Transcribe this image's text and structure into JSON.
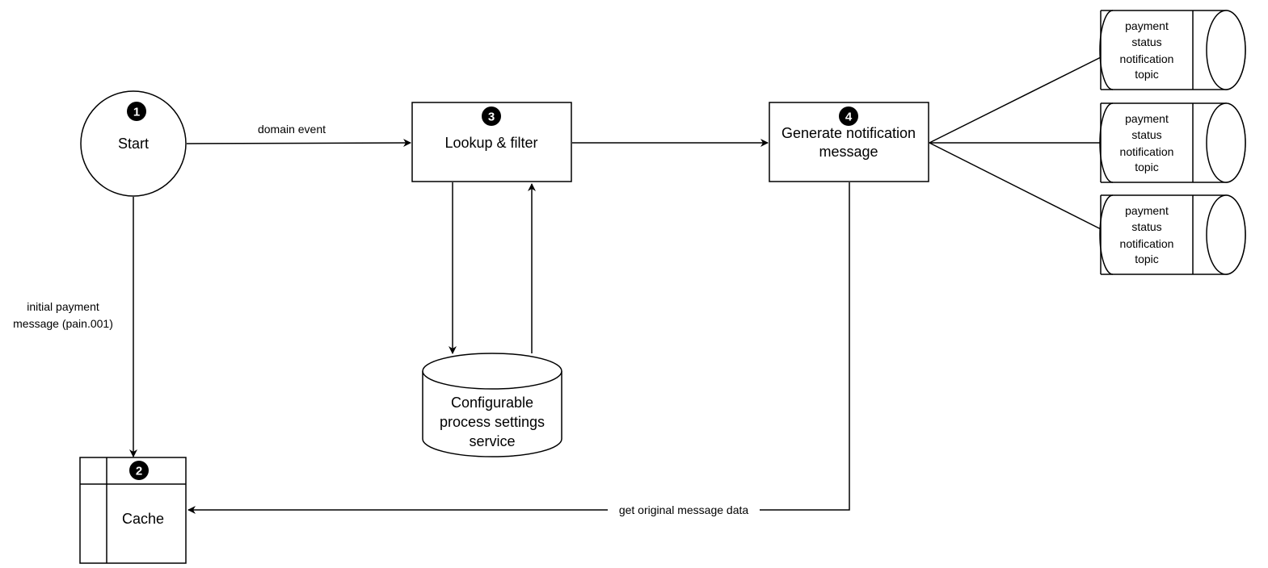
{
  "nodes": {
    "start": {
      "badge": "1",
      "label": "Start"
    },
    "cache": {
      "badge": "2",
      "label": "Cache"
    },
    "lookup": {
      "badge": "3",
      "label": "Lookup & filter"
    },
    "generate": {
      "badge": "4",
      "label_lines": [
        "Generate notification",
        "message"
      ]
    },
    "settings": {
      "label_lines": [
        "Configurable",
        "process settings",
        "service"
      ]
    },
    "topics": [
      {
        "label_lines": [
          "payment",
          "status",
          "notification",
          "topic"
        ]
      },
      {
        "label_lines": [
          "payment",
          "status",
          "notification",
          "topic"
        ]
      },
      {
        "label_lines": [
          "payment",
          "status",
          "notification",
          "topic"
        ]
      }
    ]
  },
  "edges": {
    "start_to_lookup": {
      "label": "domain event"
    },
    "start_to_cache": {
      "label_lines": [
        "initial payment",
        "message (pain.001)"
      ]
    },
    "generate_to_cache": {
      "label": "get original message data"
    }
  }
}
